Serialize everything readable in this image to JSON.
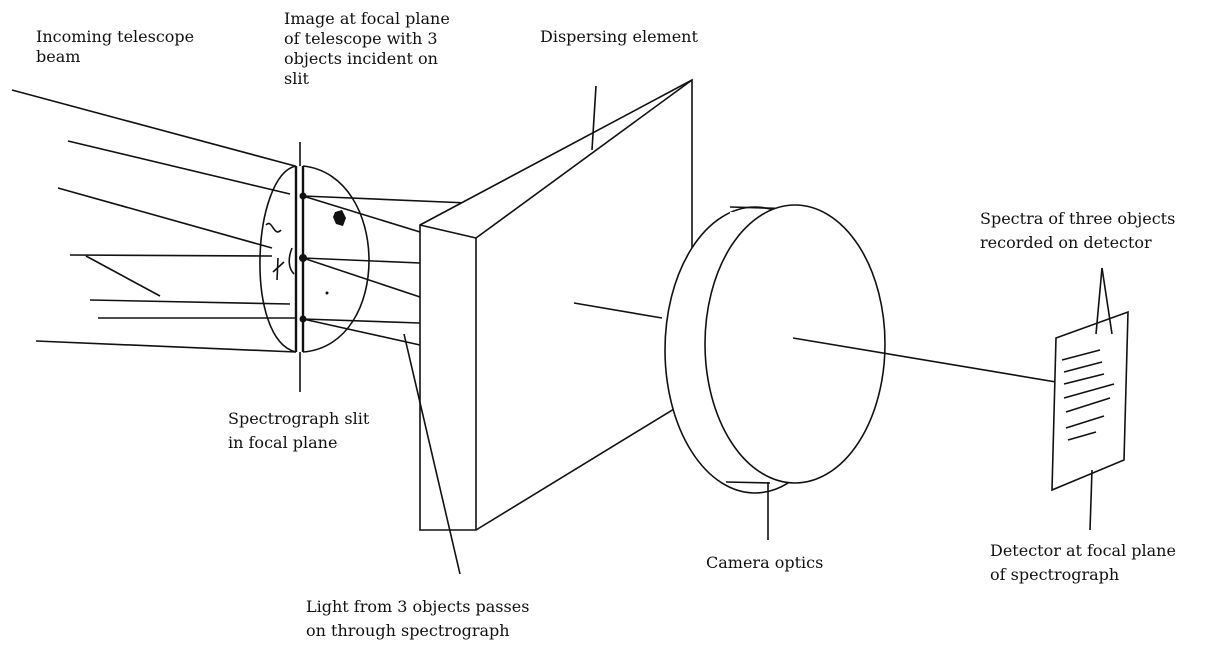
{
  "labels": {
    "incoming_beam": [
      "Incoming telescope",
      "beam"
    ],
    "focal_image": [
      "Image at focal plane",
      "of telescope with 3",
      "objects incident on",
      "slit"
    ],
    "dispersing_element": [
      "Dispersing element"
    ],
    "spectra": [
      "Spectra of three objects",
      "recorded on detector"
    ],
    "slit": [
      "Spectrograph slit",
      "in focal plane"
    ],
    "light_passes": [
      "Light from 3 objects passes",
      "on through spectrograph"
    ],
    "camera": [
      "Camera optics"
    ],
    "detector": [
      "Detector at focal plane",
      "of spectrograph"
    ]
  },
  "colors": {
    "ink": "#111111",
    "background": "#ffffff"
  }
}
